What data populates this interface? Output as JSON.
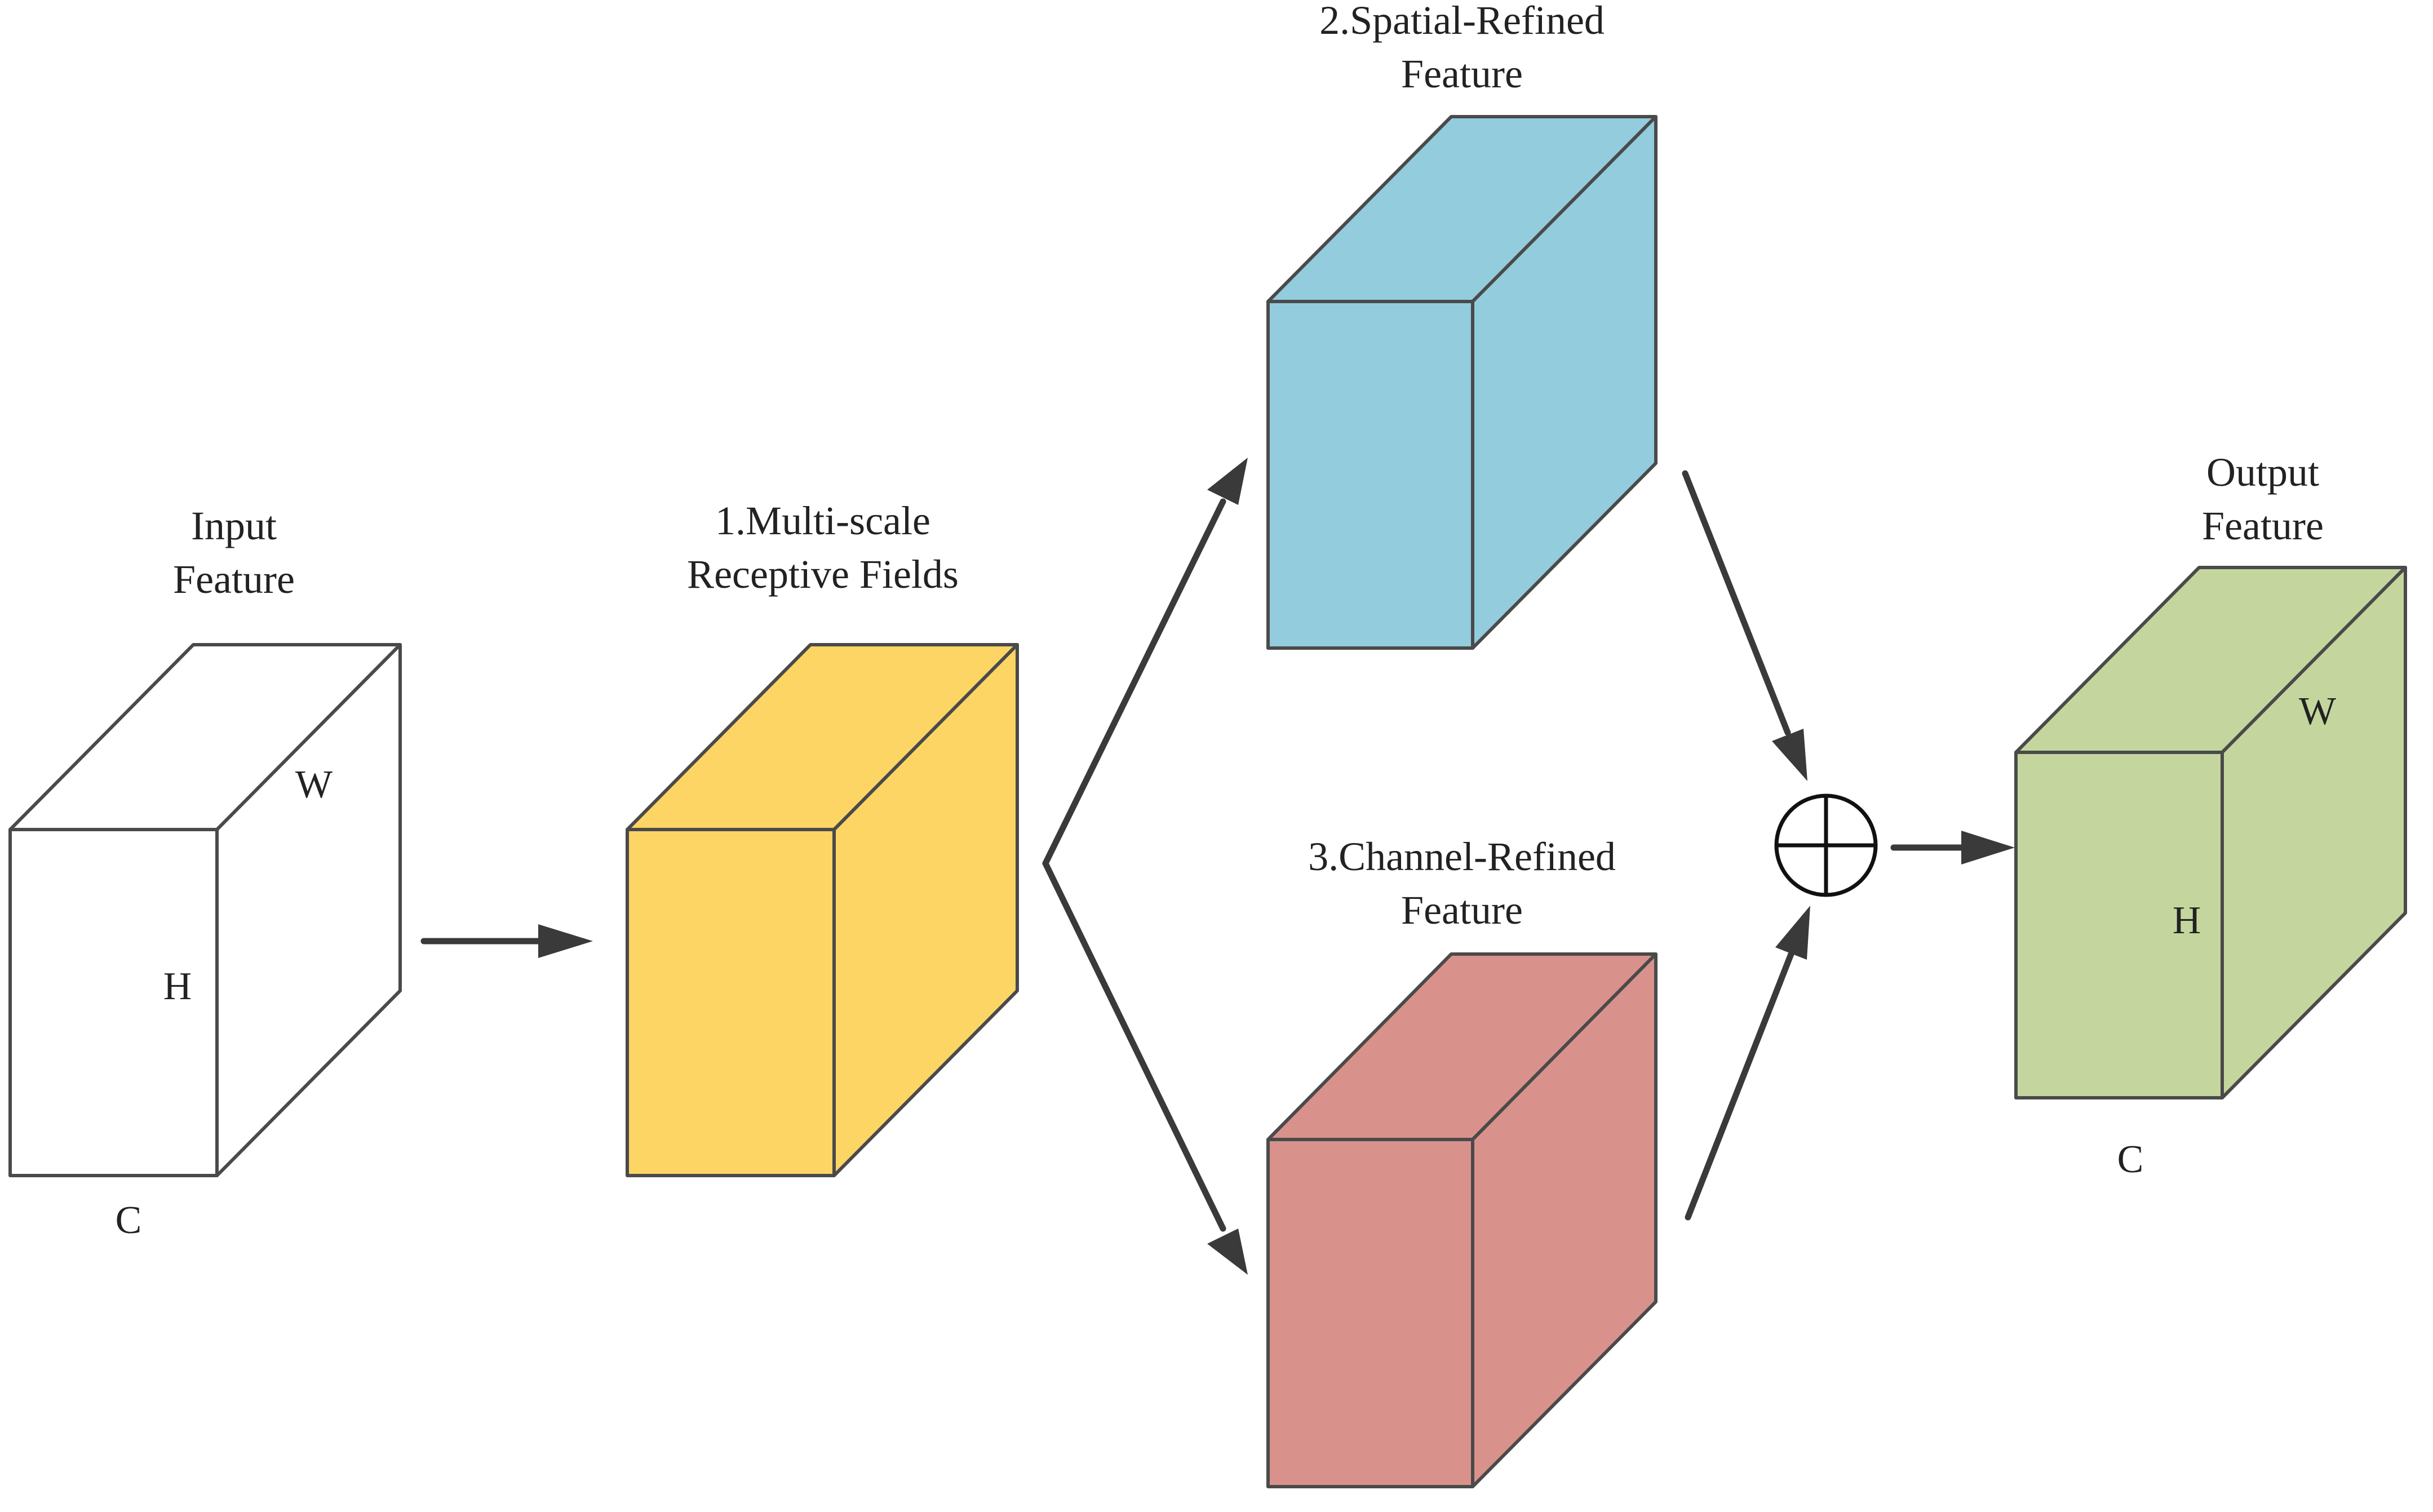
{
  "nodes": {
    "input": {
      "line1": "Input",
      "line2": "Feature",
      "dim_w": "W",
      "dim_h": "H",
      "dim_c": "C",
      "color": "#ffffff"
    },
    "multiscale": {
      "line1": "1.Multi-scale",
      "line2": "Receptive Fields",
      "color": "#fcd565"
    },
    "spatial": {
      "line1": "2.Spatial-Refined",
      "line2": "Feature",
      "color": "#92ccdd"
    },
    "channel": {
      "line1": "3.Channel-Refined",
      "line2": "Feature",
      "color": "#d9928b"
    },
    "output": {
      "line1": "Output",
      "line2": "Feature",
      "dim_w": "W",
      "dim_h": "H",
      "dim_c": "C",
      "color": "#c4d69e"
    }
  },
  "operator": {
    "name": "element-wise-sum"
  },
  "colors": {
    "edge": "#4a4a4a",
    "arrow": "#3a3a3a"
  }
}
